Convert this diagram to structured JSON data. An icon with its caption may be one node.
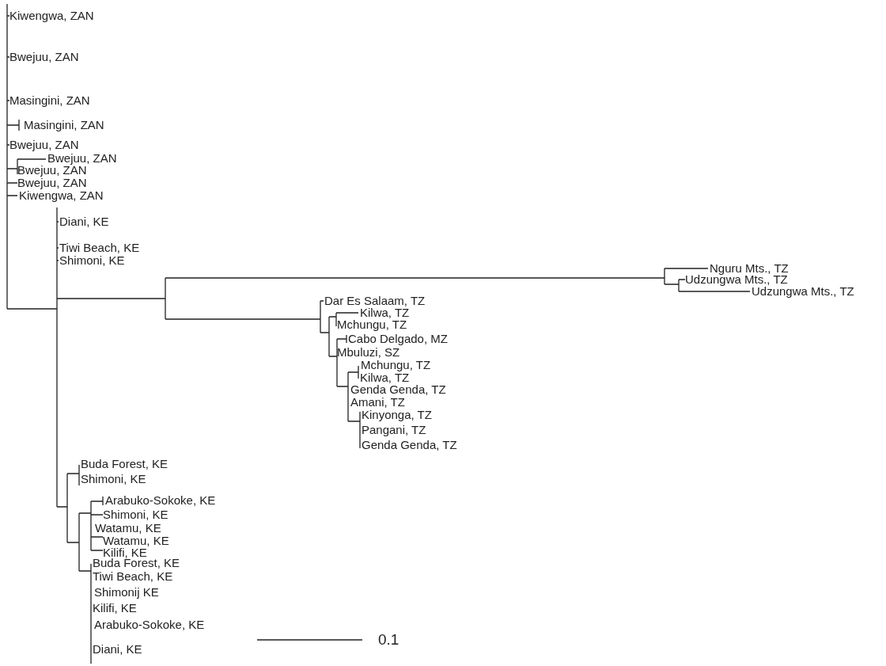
{
  "diagram": {
    "labels": [
      "Kiwengwa, ZAN",
      "Bwejuu, ZAN",
      "Masingini, ZAN",
      "Masingini, ZAN",
      "Bwejuu, ZAN",
      "Bwejuu, ZAN",
      "Bwejuu, ZAN",
      "Bwejuu, ZAN",
      "Kiwengwa, ZAN",
      "Diani, KE",
      "Tiwi Beach, KE",
      "Shimoni, KE",
      "Nguru Mts., TZ",
      "Udzungwa Mts., TZ",
      "Udzungwa Mts., TZ",
      "Dar Es Salaam, TZ",
      "Kilwa, TZ",
      "Mchungu, TZ",
      "Cabo Delgado, MZ",
      "Mbuluzi, SZ",
      "Mchungu, TZ",
      "Kilwa, TZ",
      "Genda Genda, TZ",
      "Amani, TZ",
      "Kinyonga, TZ",
      "Pangani, TZ",
      "Genda Genda, TZ",
      "Buda Forest, KE",
      "Shimoni, KE",
      "Arabuko-Sokoke, KE",
      "Shimoni, KE",
      "Watamu, KE",
      "Watamu, KE",
      "Kilifi, KE",
      "Buda Forest, KE",
      "Tiwi Beach, KE",
      "Shimonij KE",
      "Kilifi, KE",
      "Arabuko-Sokoke, KE",
      "Diani, KE",
      "0.1"
    ]
  }
}
